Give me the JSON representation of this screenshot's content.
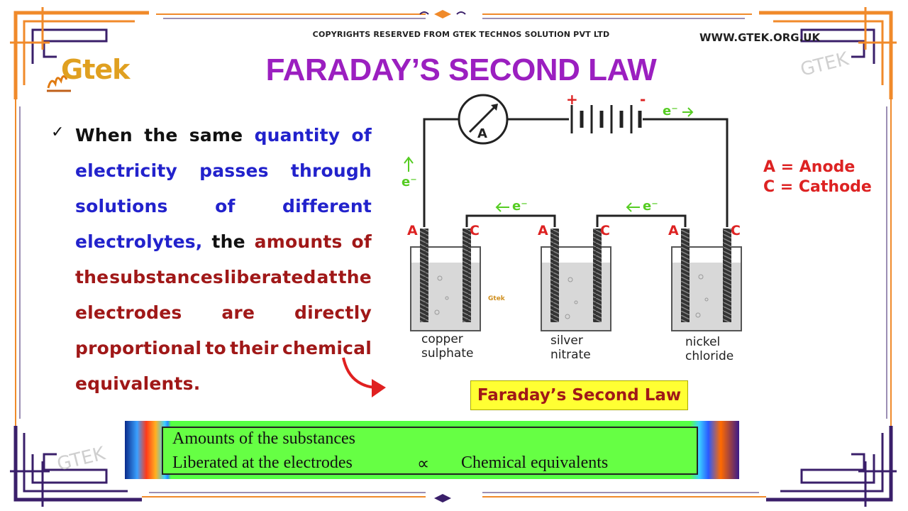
{
  "header": {
    "copyright": "COPYRIGHTS RESERVED FROM GTEK TECHNOS SOLUTION PVT LTD",
    "website": "WWW.GTEK.ORG.UK",
    "logo_text": "Gtek",
    "watermark": "GTEK"
  },
  "title": "FARADAY’S SECOND LAW",
  "statement": {
    "lines": [
      [
        {
          "text": "When",
          "c": "blk"
        },
        {
          "text": "the",
          "c": "blk"
        },
        {
          "text": "same",
          "c": "blk"
        },
        {
          "text": "quantity",
          "c": "blu"
        },
        {
          "text": "of",
          "c": "blu"
        }
      ],
      [
        {
          "text": "electricity",
          "c": "blu"
        },
        {
          "text": "passes",
          "c": "blu"
        },
        {
          "text": "through",
          "c": "blu"
        }
      ],
      [
        {
          "text": "solutions",
          "c": "blu"
        },
        {
          "text": "of",
          "c": "blu"
        },
        {
          "text": "different",
          "c": "blu"
        }
      ],
      [
        {
          "text": "electrolytes,",
          "c": "blu"
        },
        {
          "text": "the",
          "c": "blk"
        },
        {
          "text": "amounts",
          "c": "red"
        },
        {
          "text": "of",
          "c": "red"
        }
      ],
      [
        {
          "text": "the",
          "c": "red"
        },
        {
          "text": "substances",
          "c": "red"
        },
        {
          "text": "liberated",
          "c": "red"
        },
        {
          "text": "at",
          "c": "red"
        },
        {
          "text": "the",
          "c": "red"
        }
      ],
      [
        {
          "text": "electrodes",
          "c": "red"
        },
        {
          "text": "are",
          "c": "red"
        },
        {
          "text": "directly",
          "c": "red"
        }
      ],
      [
        {
          "text": "proportional",
          "c": "red"
        },
        {
          "text": "to",
          "c": "red"
        },
        {
          "text": "their",
          "c": "red"
        },
        {
          "text": "chemical",
          "c": "red"
        }
      ],
      [
        {
          "text": "equivalents.",
          "c": "red"
        }
      ]
    ]
  },
  "diagram": {
    "ammeter_label": "A",
    "battery_plus": "+",
    "battery_minus": "-",
    "electron": "e⁻",
    "anode_letter": "A",
    "cathode_letter": "C",
    "cells": [
      {
        "line1": "copper",
        "line2": "sulphate"
      },
      {
        "line1": "silver",
        "line2": "nitrate"
      },
      {
        "line1": "nickel",
        "line2": "chloride"
      }
    ],
    "small_logo": "Gtek"
  },
  "legend": {
    "anode": "A = Anode",
    "cathode": "C = Cathode"
  },
  "caption": "Faraday’s Second Law",
  "relation": {
    "left_line1": "Amounts of the substances",
    "left_line2": "Liberated at the electrodes",
    "symbol": "∝",
    "right": "Chemical equivalents"
  },
  "colors": {
    "title": "#9b1fc0",
    "frame_orange": "#f08a2a",
    "frame_purple": "#3a1f6a",
    "highlight_red": "#dd2222",
    "electron_green": "#55cc22"
  }
}
